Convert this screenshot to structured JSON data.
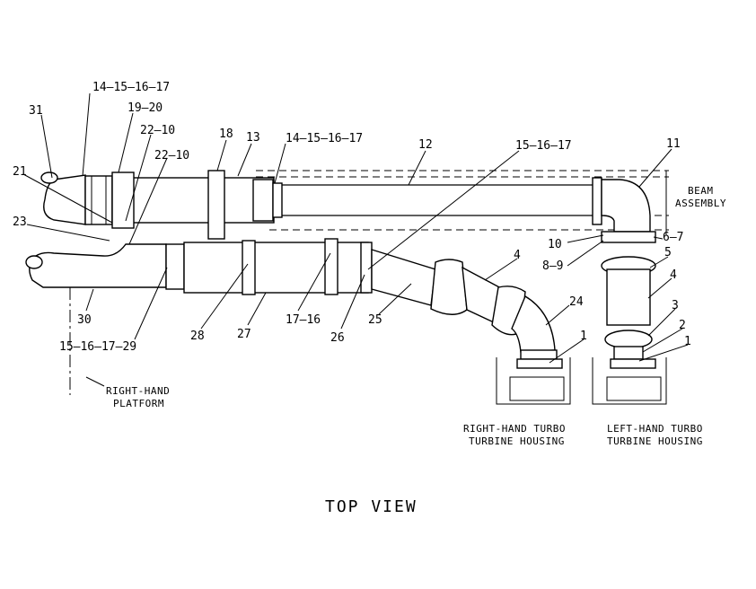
{
  "view_title": "TOP VIEW",
  "captions": {
    "beam_line1": "BEAM",
    "beam_line2": "ASSEMBLY",
    "rh_platform_line1": "RIGHT-HAND",
    "rh_platform_line2": "PLATFORM",
    "rh_turbo_line1": "RIGHT-HAND TURBO",
    "rh_turbo_line2": "TURBINE HOUSING",
    "lh_turbo_line1": "LEFT-HAND TURBO",
    "lh_turbo_line2": "TURBINE HOUSING"
  },
  "callouts": {
    "c31": "31",
    "c14a": "14–15–16–17",
    "c19": "19–20",
    "c22a": "22–10",
    "c22b": "22–10",
    "c21": "21",
    "c23": "23",
    "c18": "18",
    "c13": "13",
    "c14b": "14–15–16–17",
    "c12": "12",
    "c15": "15–16–17",
    "c11": "11",
    "c10": "10",
    "c67": "6–7",
    "c89": "8–9",
    "c5": "5",
    "c4a": "4",
    "c4b": "4",
    "c3": "3",
    "c2": "2",
    "c1a": "1",
    "c1b": "1",
    "c24": "24",
    "c25": "25",
    "c26": "26",
    "c1716": "17–16",
    "c27": "27",
    "c28": "28",
    "c30": "30",
    "c29": "15–16–17–29"
  }
}
